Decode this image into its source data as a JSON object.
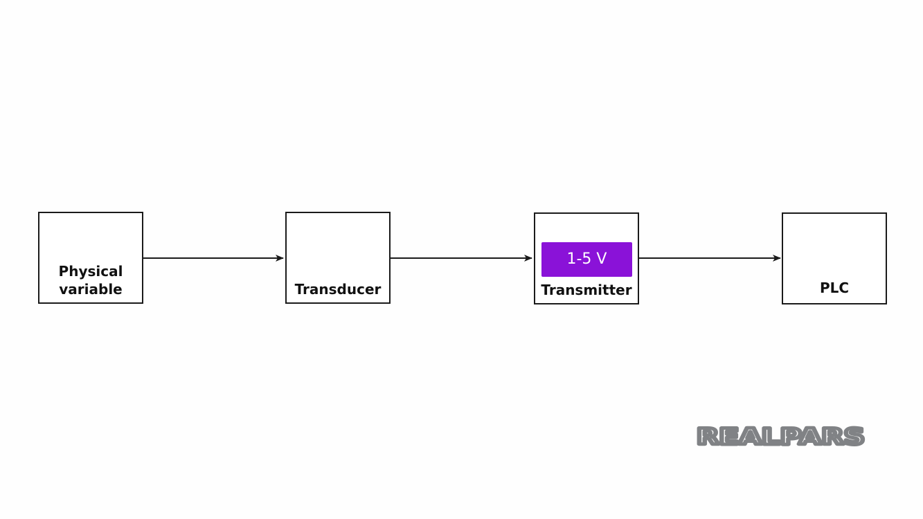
{
  "blocks": {
    "physical_variable": {
      "label": "Physical\nvariable"
    },
    "transducer": {
      "label": "Transducer"
    },
    "transmitter": {
      "label": "Transmitter",
      "signal": "1-5 V"
    },
    "plc": {
      "label": "PLC"
    }
  },
  "logo": {
    "text": "REALPARS"
  },
  "colors": {
    "signal_badge": "#8a12d8",
    "stroke": "#1a1a1a",
    "logo": "#808285"
  }
}
